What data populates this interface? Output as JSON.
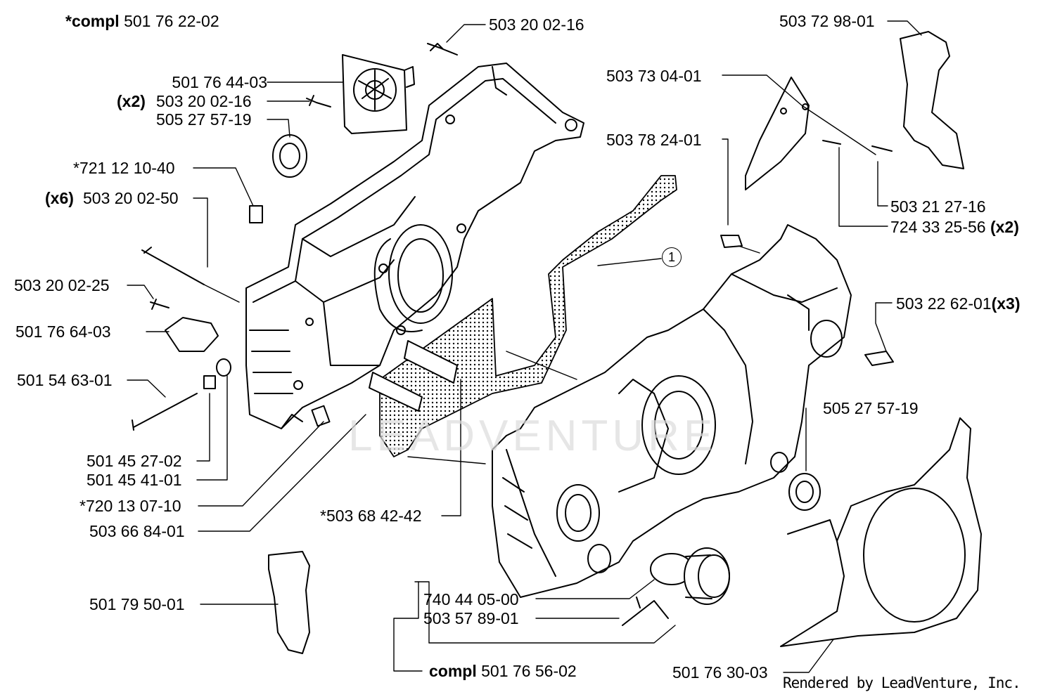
{
  "title": {
    "prefix": "*compl",
    "part": "501 76 22-02"
  },
  "labels": {
    "p_503_20_02_16_top": "503 20 02-16",
    "p_503_72_98_01": "503 72 98-01",
    "p_501_76_44_03": "501 76 44-03",
    "x2": "(x2)",
    "p_503_20_02_16_mid": "503 20 02-16",
    "p_505_27_57_19_top": "505 27 57-19",
    "p_503_73_04_01": "503 73 04-01",
    "p_503_78_24_01": "503 78 24-01",
    "p_721_12_10_40": "*721 12 10-40",
    "x6": "(x6)",
    "p_503_20_02_50": "503 20 02-50",
    "p_503_21_27_16": "503 21 27-16",
    "p_724_33_25_56": "724 33 25-56",
    "x2b": "(x2)",
    "p_503_20_02_25": "503 20 02-25",
    "p_503_22_62_01": "503 22 62-01",
    "x3": "(x3)",
    "p_501_76_64_03": "501 76 64-03",
    "p_501_54_63_01": "501 54 63-01",
    "p_505_27_57_19_right": "505 27 57-19",
    "p_501_45_27_02": "501 45 27-02",
    "p_501_45_41_01": "501 45 41-01",
    "p_720_13_07_10": "*720 13 07-10",
    "p_503_68_42_42": "*503 68 42-42",
    "p_503_66_84_01": "503 66 84-01",
    "p_501_79_50_01": "501 79 50-01",
    "p_740_44_05_00": "740 44 05-00",
    "p_503_57_89_01": "503 57 89-01",
    "compl_prefix": "compl",
    "p_501_76_56_02": "501 76 56-02",
    "p_501_76_30_03": "501 76 30-03",
    "callout_1": "1"
  },
  "watermark": "LEADVENTURE",
  "footer": "Rendered by LeadVenture, Inc.",
  "colors": {
    "ink": "#000000",
    "paper": "#ffffff",
    "watermark": "#dcdcdc"
  }
}
